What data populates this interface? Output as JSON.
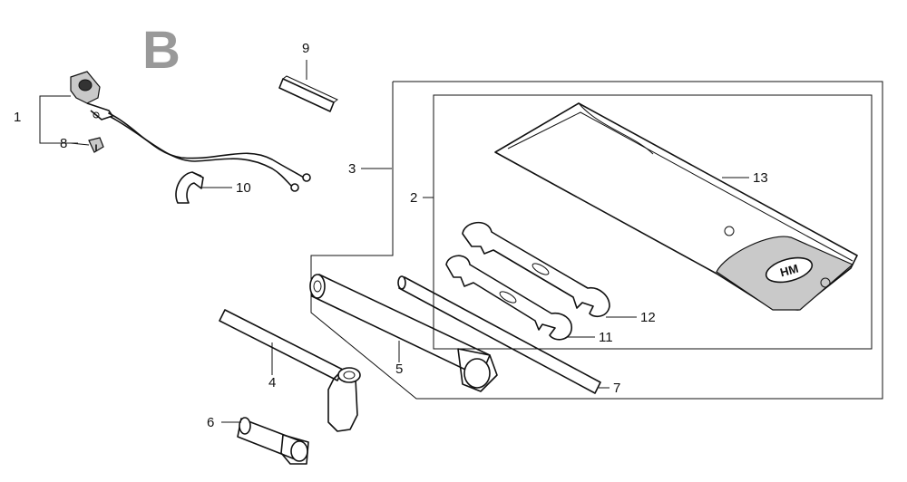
{
  "section_letter": "B",
  "callouts": {
    "c1": "1",
    "c2": "2",
    "c3": "3",
    "c4": "4",
    "c5": "5",
    "c6": "6",
    "c7": "7",
    "c8": "8",
    "c9": "9",
    "c10": "10",
    "c11": "11",
    "c12": "12",
    "c13": "13"
  },
  "pouch_label": "HM"
}
